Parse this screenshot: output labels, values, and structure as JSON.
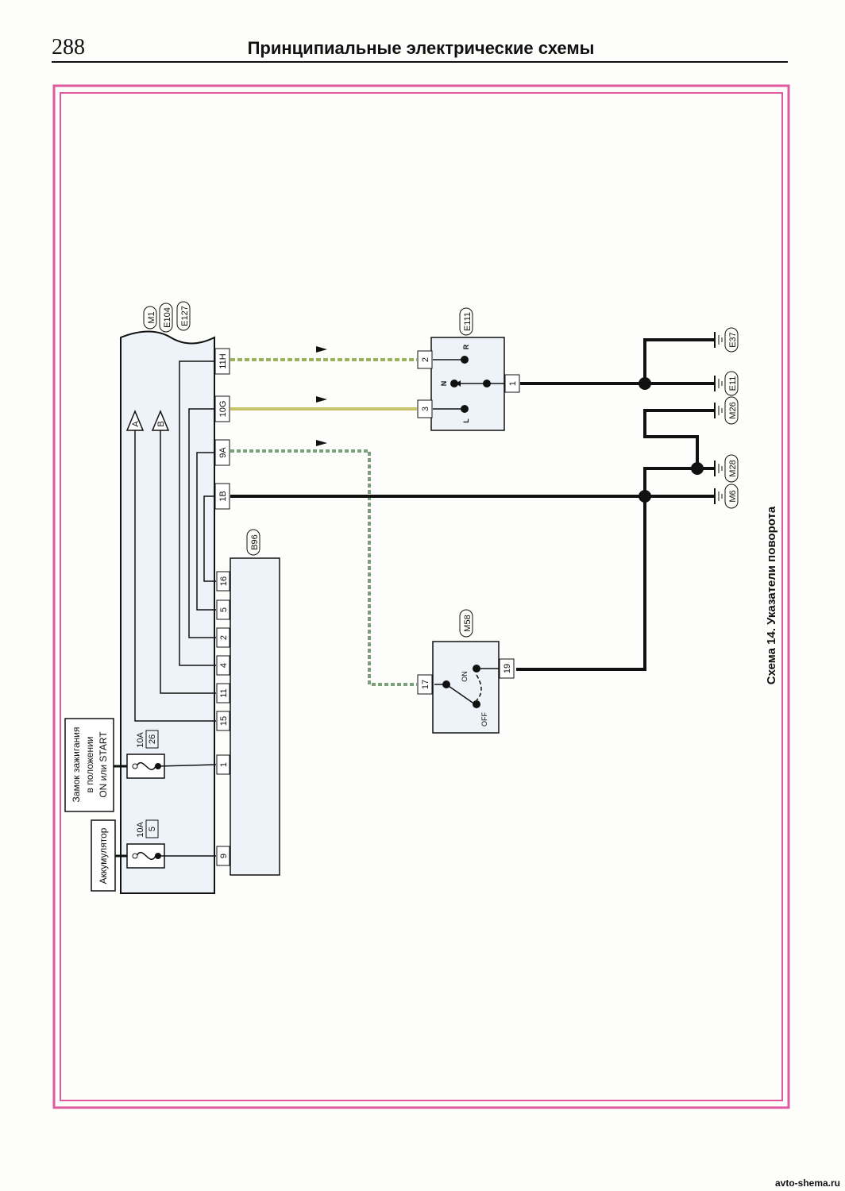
{
  "header": {
    "page_number": "288",
    "title": "Принципиальные электрические схемы"
  },
  "caption": "Схема 14. Указатели поворота",
  "footer": "avto-shema.ru",
  "colors": {
    "frame": "#e0589e",
    "wire_black": "#111111",
    "wire_green_yellow": "#9bb35a",
    "wire_yellow": "#c9c46a",
    "wire_green_red": "#7aa07a",
    "module_fill": "#edf3f8"
  },
  "module": {
    "connectors": [
      "M1",
      "E104",
      "E127"
    ],
    "pins": [
      "11H",
      "10G",
      "9A",
      "1B"
    ],
    "outputs": [
      "A",
      "B"
    ]
  },
  "bcm": {
    "id": "B96",
    "pins": [
      "16",
      "5",
      "2",
      "4",
      "11",
      "15",
      "1",
      "9"
    ]
  },
  "fuses": [
    {
      "rating": "10A",
      "number": "26",
      "source": [
        "Замок зажигания",
        "в положении",
        "ON или START"
      ]
    },
    {
      "rating": "10A",
      "number": "5",
      "source": [
        "Аккумулятор"
      ]
    }
  ],
  "combination_switch": {
    "id": "E111",
    "pins": [
      "2",
      "3",
      "1"
    ],
    "positions": [
      "R",
      "N",
      "L"
    ]
  },
  "hazard_switch": {
    "id": "M58",
    "pins": [
      "17",
      "19"
    ],
    "positions": [
      "ON",
      "OFF"
    ]
  },
  "grounds": [
    "E37",
    "E11",
    "M26",
    "M28",
    "M6"
  ]
}
